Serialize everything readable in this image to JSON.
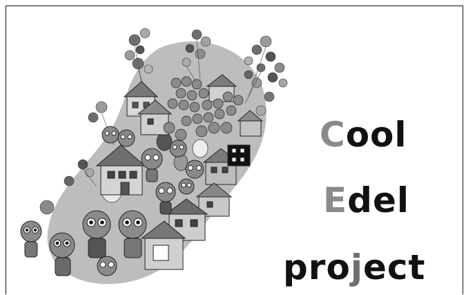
{
  "title": {
    "line1": {
      "initial": "C",
      "rest": "ool"
    },
    "line2": {
      "initial": "E",
      "rest": "del"
    },
    "line3": {
      "a": "pro",
      "j": "j",
      "b": "ect"
    }
  },
  "illustration": {
    "icon": "town-with-mascots-and-balloons-icon"
  }
}
